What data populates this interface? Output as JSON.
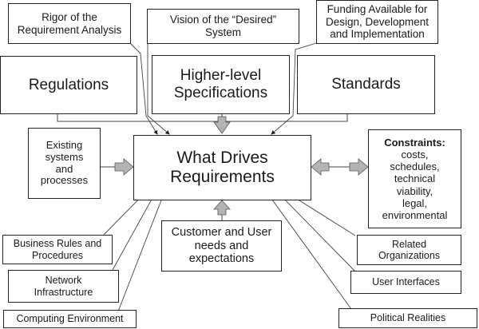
{
  "diagram": {
    "center": {
      "label": "What Drives\nRequirements"
    },
    "top_row": [
      {
        "id": "rigor",
        "label": "Rigor of the\nRequirement Analysis"
      },
      {
        "id": "vision",
        "label": "Vision of the “Desired”\nSystem"
      },
      {
        "id": "funding",
        "label": "Funding Available for\nDesign, Development\nand Implementation"
      }
    ],
    "middle_row": [
      {
        "id": "regulations",
        "label": "Regulations"
      },
      {
        "id": "higher-level-specs",
        "label": "Higher-level\nSpecifications"
      },
      {
        "id": "standards",
        "label": "Standards"
      }
    ],
    "left": {
      "id": "existing-systems",
      "label": "Existing\nsystems\nand\nprocesses"
    },
    "right": {
      "id": "constraints",
      "title": "Constraints:",
      "label": "costs,\nschedules,\ntechnical\nviability,\nlegal,\nenvironmental"
    },
    "bottom_center": {
      "id": "customer-needs",
      "label": "Customer and User\nneeds and\nexpectations"
    },
    "bottom_left": [
      {
        "id": "business-rules",
        "label": "Business Rules and\nProcedures"
      },
      {
        "id": "network",
        "label": "Network\nInfrastructure"
      },
      {
        "id": "computing",
        "label": "Computing Environment"
      }
    ],
    "bottom_right": [
      {
        "id": "related-orgs",
        "label": "Related\nOrganizations"
      },
      {
        "id": "user-interfaces",
        "label": "User Interfaces"
      },
      {
        "id": "political",
        "label": "Political Realities"
      }
    ],
    "colors": {
      "block_arrow_fill": "#b3b3b3",
      "line": "#444444",
      "border": "#222222"
    }
  }
}
